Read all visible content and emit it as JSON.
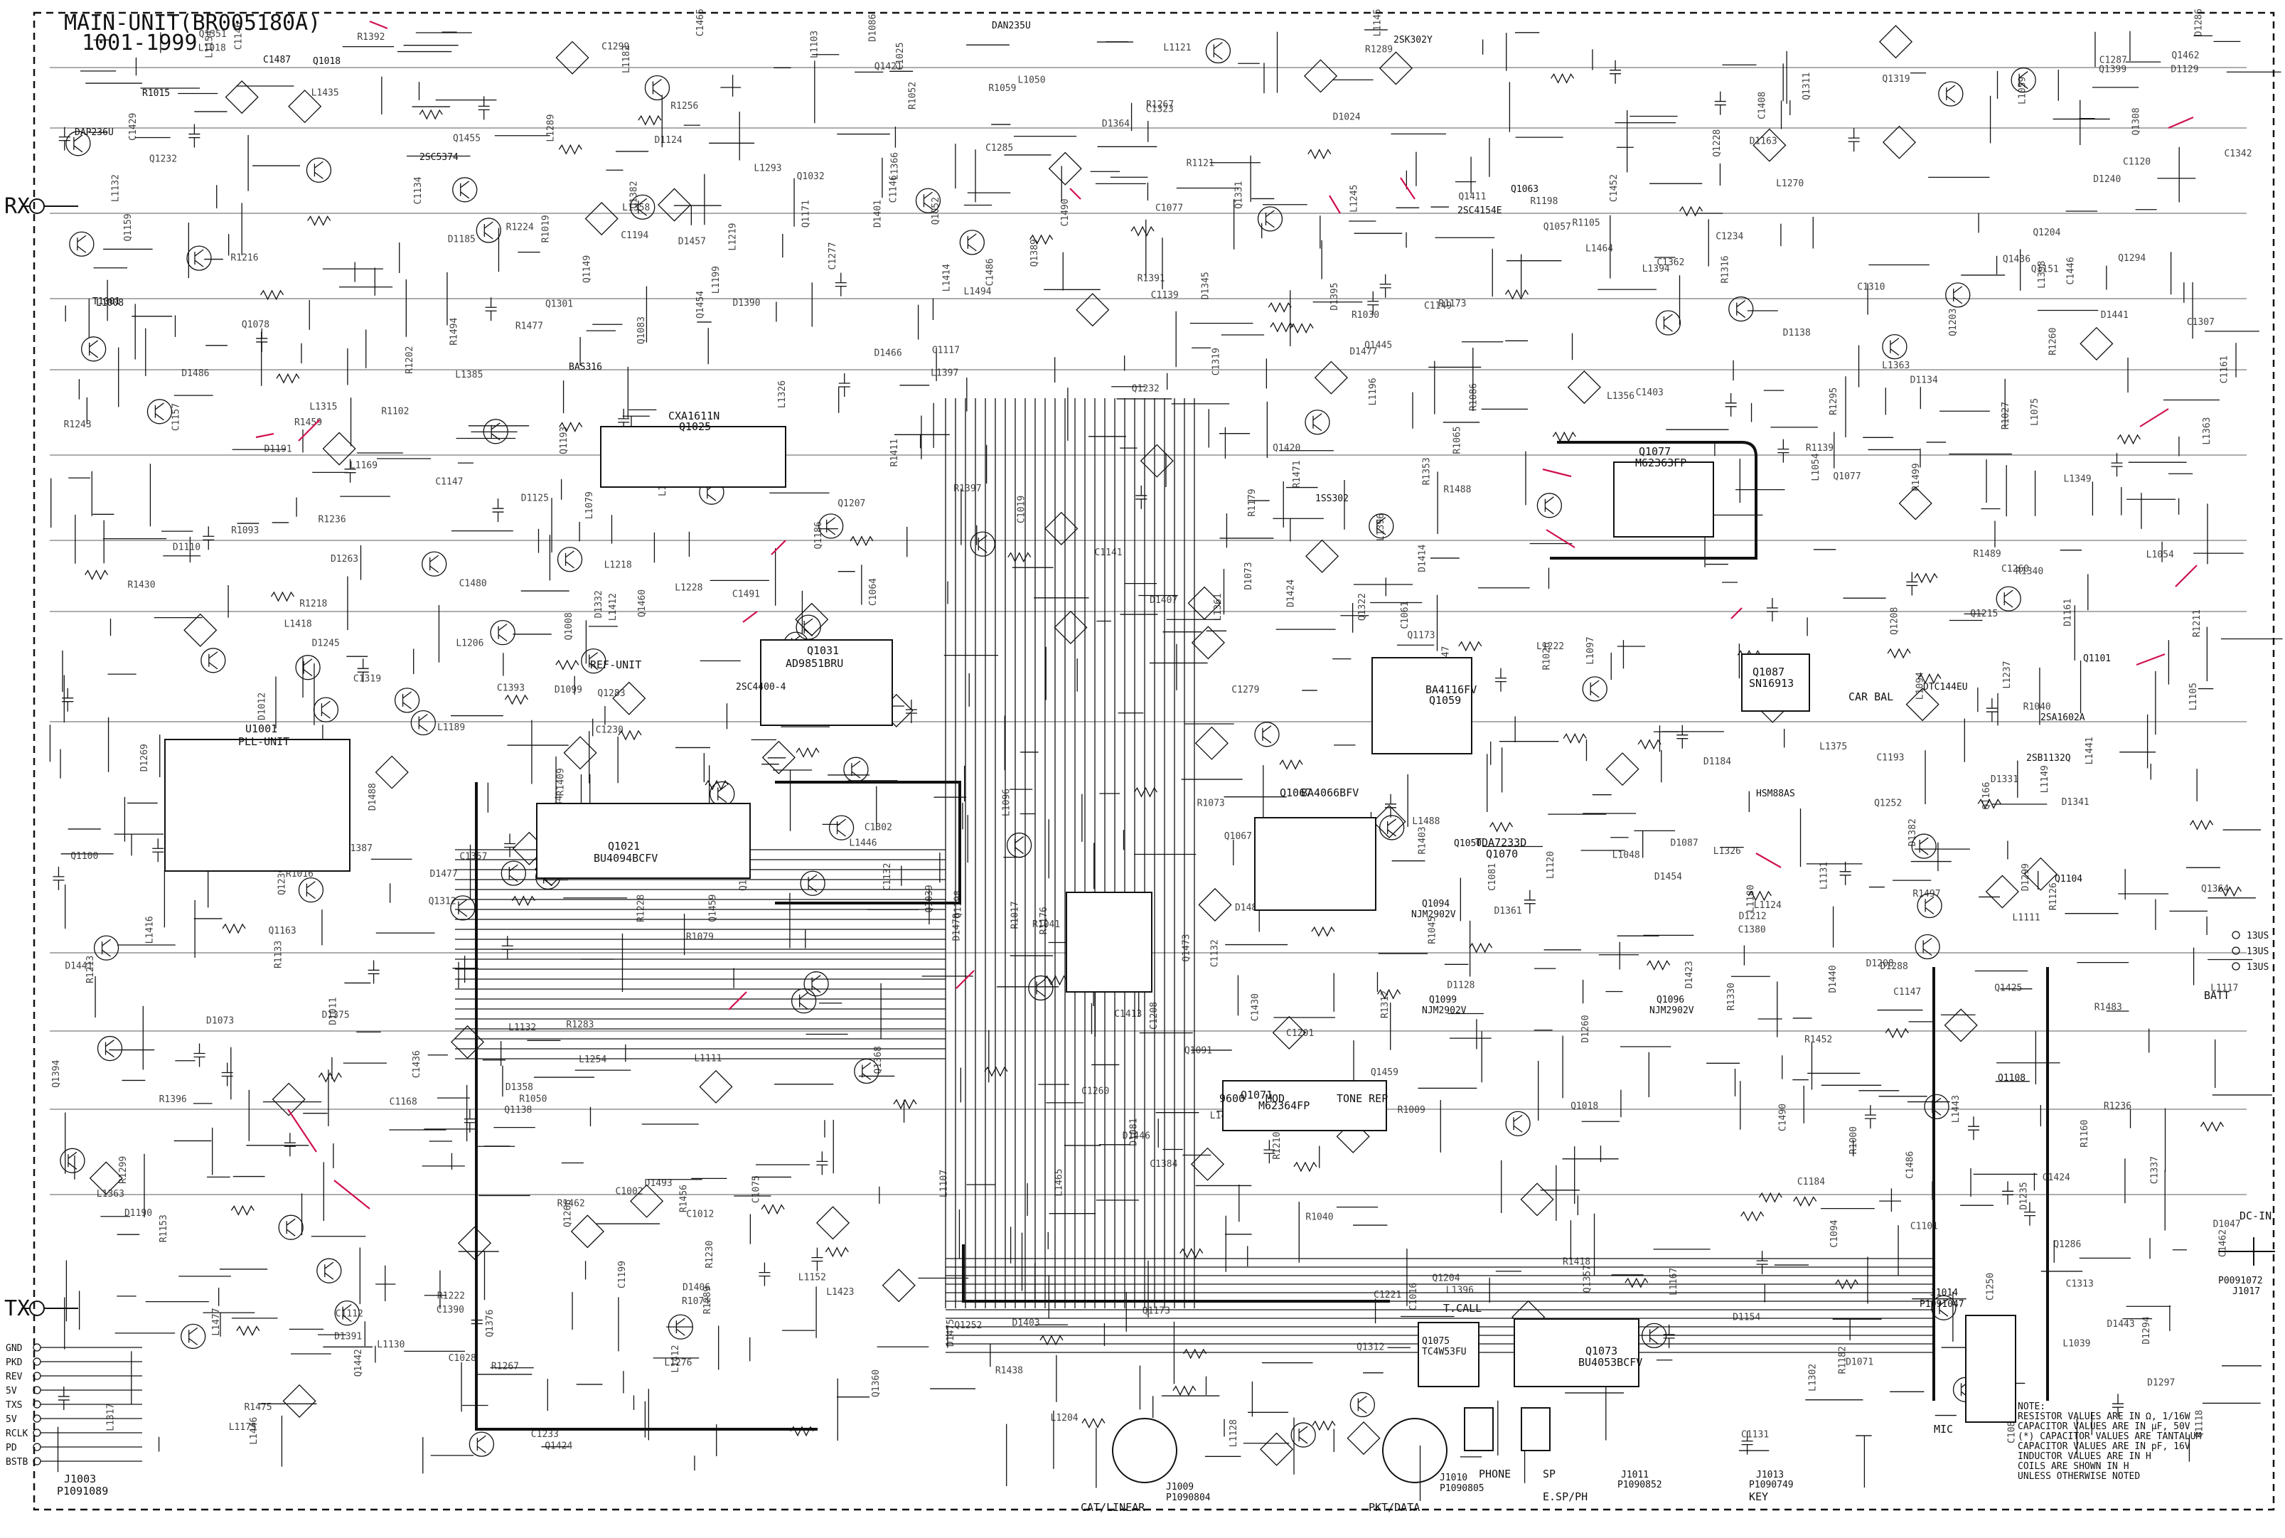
{
  "title": {
    "line1": "MAIN-UNIT(BR005180A)",
    "line2": "1001-1999"
  },
  "ports_left": {
    "rx": "RX",
    "tx": "TX",
    "connector_j1003": "J1003",
    "connector_p1091089": "P1091089",
    "pins": [
      "GND",
      "PKD",
      "REV",
      "5V",
      "TXS",
      "5V",
      "RCLK",
      "PD",
      "BSTB"
    ]
  },
  "ports_right": {
    "dc_in": "DC-IN",
    "j1017": "J1017",
    "p0091072": "P0091072",
    "j1014": "J1014",
    "p1091047": "P1091047",
    "mic": "MIC",
    "batt": "BATT",
    "pins": [
      "13US",
      "13US",
      "13US"
    ]
  },
  "connectors_bottom": [
    {
      "label": "CAT/LINEAR",
      "ref": "J1009",
      "part": "P1090804"
    },
    {
      "label": "PKT/DATA",
      "ref": "J1010",
      "part": "P1090805"
    },
    {
      "label": "PHONE",
      "ref": "",
      "part": ""
    },
    {
      "label": "SP",
      "ref": "",
      "part": ""
    },
    {
      "label": "E.SP/PH",
      "ref": "J1011",
      "part": "P1090852"
    },
    {
      "label": "KEY",
      "ref": "J1013",
      "part": "P1090749"
    }
  ],
  "ics": [
    {
      "ref": "U1001",
      "name": "PLL-UNIT"
    },
    {
      "ref": "Q1025",
      "name": "CXA1611N"
    },
    {
      "ref": "Q1031",
      "name": "AD9851BRU"
    },
    {
      "ref": "Q1021",
      "name": "BU4094BCFV"
    },
    {
      "ref": "Q1077",
      "name": "M62363FP"
    },
    {
      "ref": "Q1087",
      "name": "SN16913"
    },
    {
      "ref": "Q1070",
      "name": "TDA7233D"
    },
    {
      "ref": "Q1059",
      "name": "BA4116FV"
    },
    {
      "ref": "Q1067",
      "name": "BA4066BFV"
    },
    {
      "ref": "Q1071",
      "name": "M62364FP"
    },
    {
      "ref": "Q1073",
      "name": "BU4053BCFV"
    },
    {
      "ref": "Q1094",
      "name": "NJM2902V"
    },
    {
      "ref": "Q1096",
      "name": "NJM2902V"
    },
    {
      "ref": "Q1099",
      "name": "NJM2902V"
    },
    {
      "ref": "Q1075",
      "name": "TC4W53FU"
    }
  ],
  "blocks": {
    "tone_rep": "TONE REP",
    "pkt_9600": "9600",
    "mod": "MOD",
    "ref_unit": "REF-UNIT",
    "t_call": "T.CALL",
    "car_bal": "CAR BAL"
  },
  "samples": {
    "transistors": [
      "2SC4400-4",
      "2SC4154E",
      "2SC5374",
      "DTC144EU",
      "2SB1132Q",
      "2SA1602A",
      "2SK302Y"
    ],
    "diodes": [
      "DAN235U",
      "DAP236U",
      "BAS316",
      "1SS302",
      "HSM88AS"
    ],
    "parts": [
      "R1015",
      "C1487",
      "Q1018",
      "T1001",
      "L1008",
      "Q1050",
      "Q1063",
      "Q1101",
      "Q1104",
      "Q1108"
    ]
  },
  "note": {
    "heading": "NOTE:",
    "lines": [
      "RESISTOR VALUES ARE IN Ω, 1/16W",
      "CAPACITOR VALUES ARE IN μF, 50V",
      "(*) CAPACITOR VALUES ARE TANTALUM",
      "CAPACITOR VALUES ARE IN pF, 16V",
      "INDUCTOR VALUES ARE IN H",
      "COILS ARE SHOWN IN H",
      "UNLESS OTHERWISE NOTED"
    ]
  },
  "colors": {
    "ink": "#111111",
    "annotation": "#d0104c",
    "paper": "#ffffff"
  }
}
